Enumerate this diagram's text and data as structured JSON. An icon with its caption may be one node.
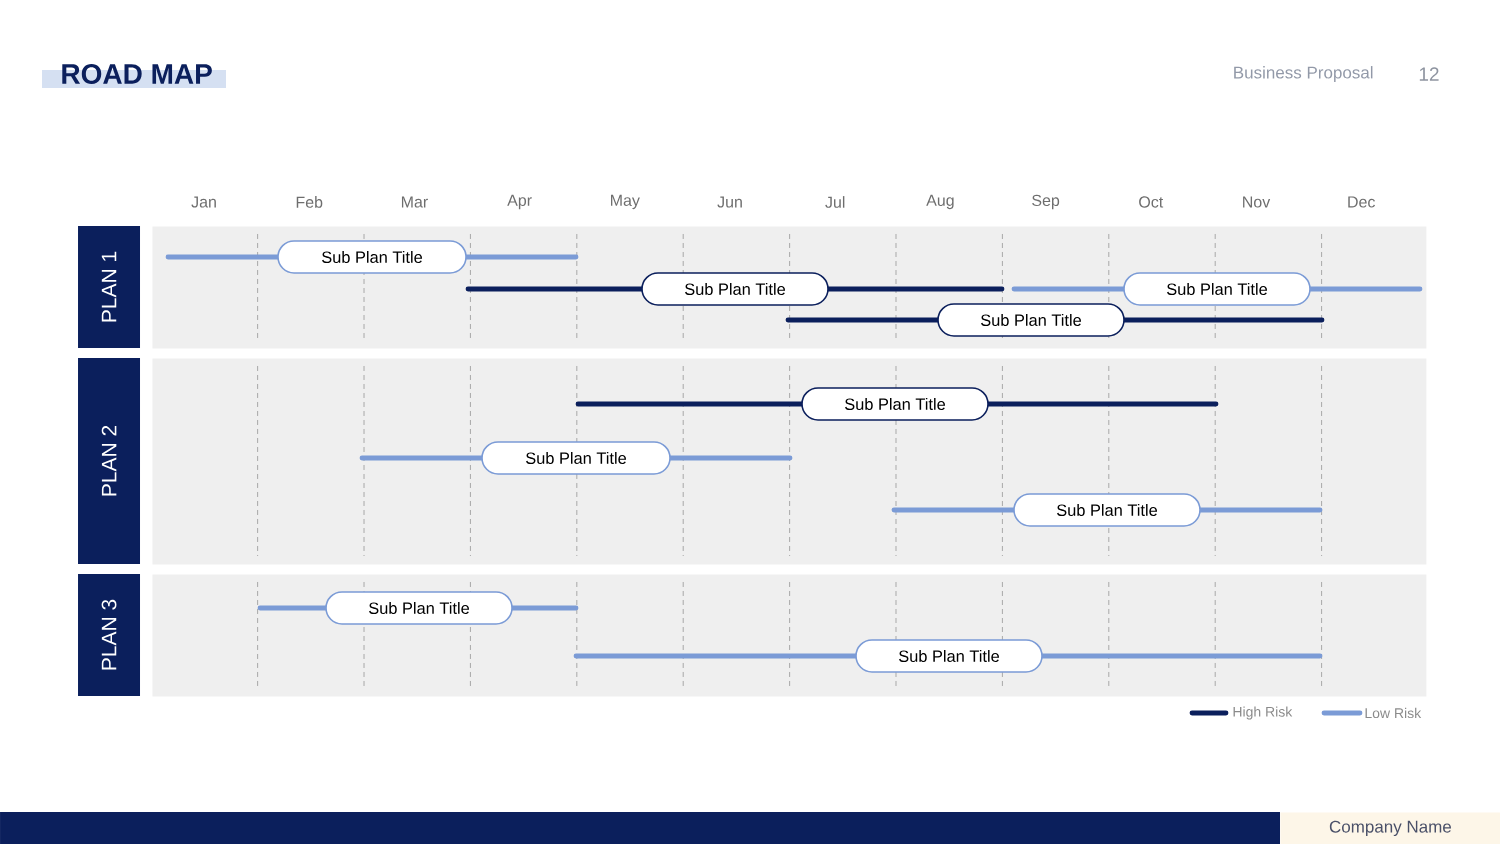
{
  "diagram": {
    "title": "ROAD MAP",
    "nodes": [
      {
        "text": [
          "PLAN 1"
        ]
      },
      {
        "text": [],
        "shape": "band"
      },
      {
        "text": [
          "Sub Plan Title"
        ],
        "in": 1
      },
      {
        "text": [
          "Sub Plan Title"
        ],
        "in": 1
      },
      {
        "text": [
          "Sub Plan Title"
        ],
        "in": 1
      },
      {
        "text": [
          "Sub Plan Title"
        ],
        "in": 1
      },
      {
        "text": [
          "PLAN 2"
        ]
      },
      {
        "text": [],
        "shape": "band"
      },
      {
        "text": [
          "Sub Plan Title"
        ],
        "in": 7
      },
      {
        "text": [
          "Sub Plan Title"
        ],
        "in": 7
      },
      {
        "text": [
          "Sub Plan Title"
        ],
        "in": 7
      },
      {
        "text": [
          "PLAN 3"
        ]
      },
      {
        "text": [],
        "shape": "band"
      },
      {
        "text": [
          "Sub Plan Title"
        ],
        "in": 12
      },
      {
        "text": [
          "Sub Plan Title"
        ],
        "in": 12
      }
    ],
    "labels": [
      "Business Proposal",
      "12",
      "Jan",
      "Feb",
      "Mar",
      "Apr",
      "May",
      "Jun",
      "Jul",
      "Aug",
      "Sep",
      "Oct",
      "Nov",
      "Dec",
      "Company Name"
    ],
    "legend": [
      {
        "text": "High Risk"
      },
      {
        "text": "Low Risk"
      }
    ]
  }
}
